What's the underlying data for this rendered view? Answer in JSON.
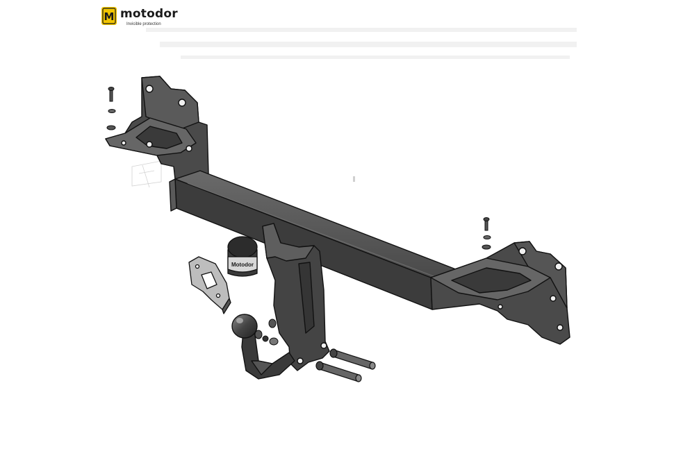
{
  "brand": {
    "name": "motodor",
    "mark_letter": "M",
    "tagline": "Invicible protection",
    "colors": {
      "mark_yellow": "#f2c500",
      "mark_dark": "#1a1a1a"
    }
  },
  "product": {
    "ball_cap_label": "Motodor"
  },
  "palette": {
    "steel_dark": "#3b3b3b",
    "steel_mid": "#565656",
    "steel_light": "#8a8a8a",
    "outline": "#111111"
  }
}
